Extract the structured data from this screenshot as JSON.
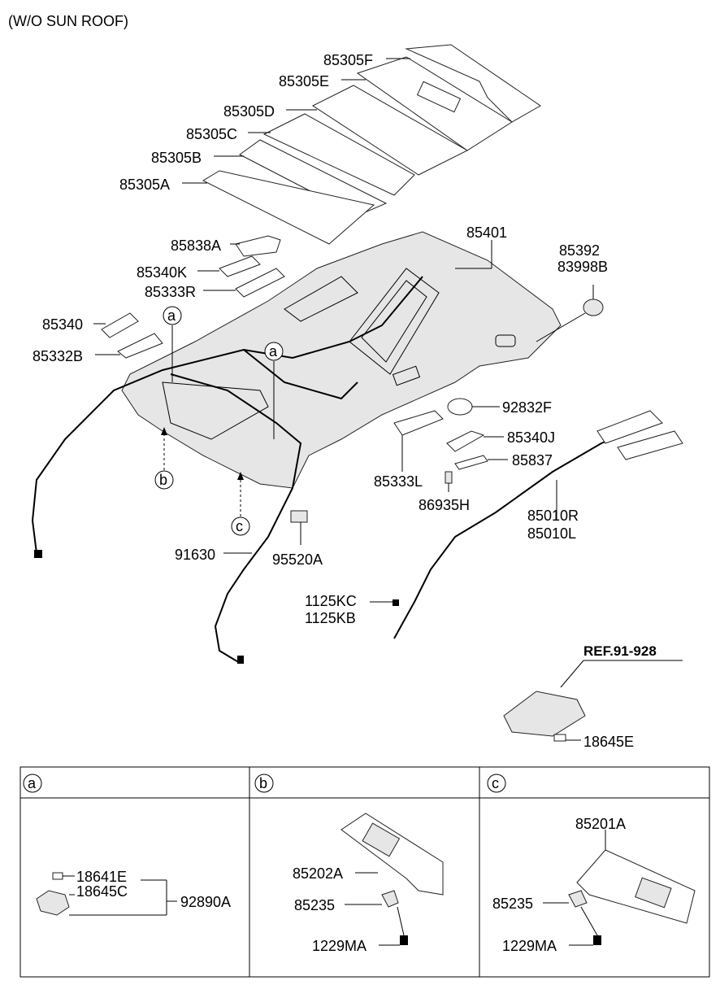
{
  "title": "(W/O SUN ROOF)",
  "parts": {
    "p85305F": "85305F",
    "p85305E": "85305E",
    "p85305D": "85305D",
    "p85305C": "85305C",
    "p85305B": "85305B",
    "p85305A": "85305A",
    "p85838A": "85838A",
    "p85340K": "85340K",
    "p85333R": "85333R",
    "p85340": "85340",
    "p85332B": "85332B",
    "p85401": "85401",
    "p85392": "85392",
    "p83998B": "83998B",
    "p92832F": "92832F",
    "p85340J": "85340J",
    "p85837": "85837",
    "p85333L": "85333L",
    "p86935H": "86935H",
    "p85010R": "85010R",
    "p85010L": "85010L",
    "p91630": "91630",
    "p95520A": "95520A",
    "p1125KC": "1125KC",
    "p1125KB": "1125KB",
    "ref": "REF.91-928",
    "p18645E": "18645E"
  },
  "callouts": {
    "a": "a",
    "b": "b",
    "c": "c"
  },
  "panels": {
    "a": {
      "header": "a",
      "p1": "18641E",
      "p2": "18645C",
      "p3": "92890A"
    },
    "b": {
      "header": "b",
      "p1": "85202A",
      "p2": "85235",
      "p3": "1229MA"
    },
    "c": {
      "header": "c",
      "p1": "85201A",
      "p2": "85235",
      "p3": "1229MA"
    }
  }
}
